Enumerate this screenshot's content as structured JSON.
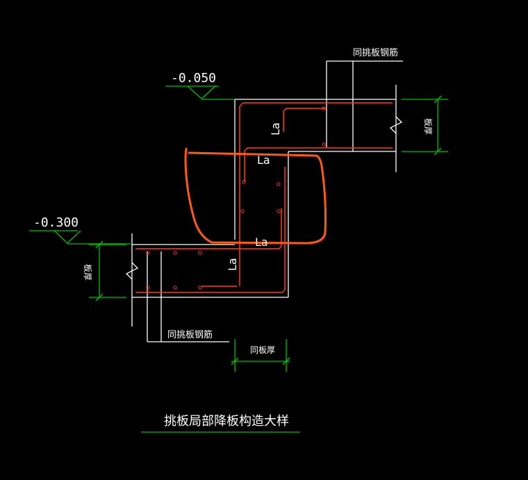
{
  "labels": {
    "elev_upper": "-0.050",
    "elev_lower": "-0.300",
    "rebar_note_top": "同挑板钢筋",
    "rebar_note_bottom": "同挑板钢筋",
    "anchor_la": "La",
    "slab_thk": "板厚",
    "same_slab_thk": "同板厚",
    "drawing_title": "挑板局部降板构造大样"
  },
  "colors": {
    "background": "#000000",
    "concrete_outline": "#ffffff",
    "rebar": "#ff3a1a",
    "dimension": "#00c000",
    "markup": "#ff5a14",
    "text": "#ffffff"
  }
}
